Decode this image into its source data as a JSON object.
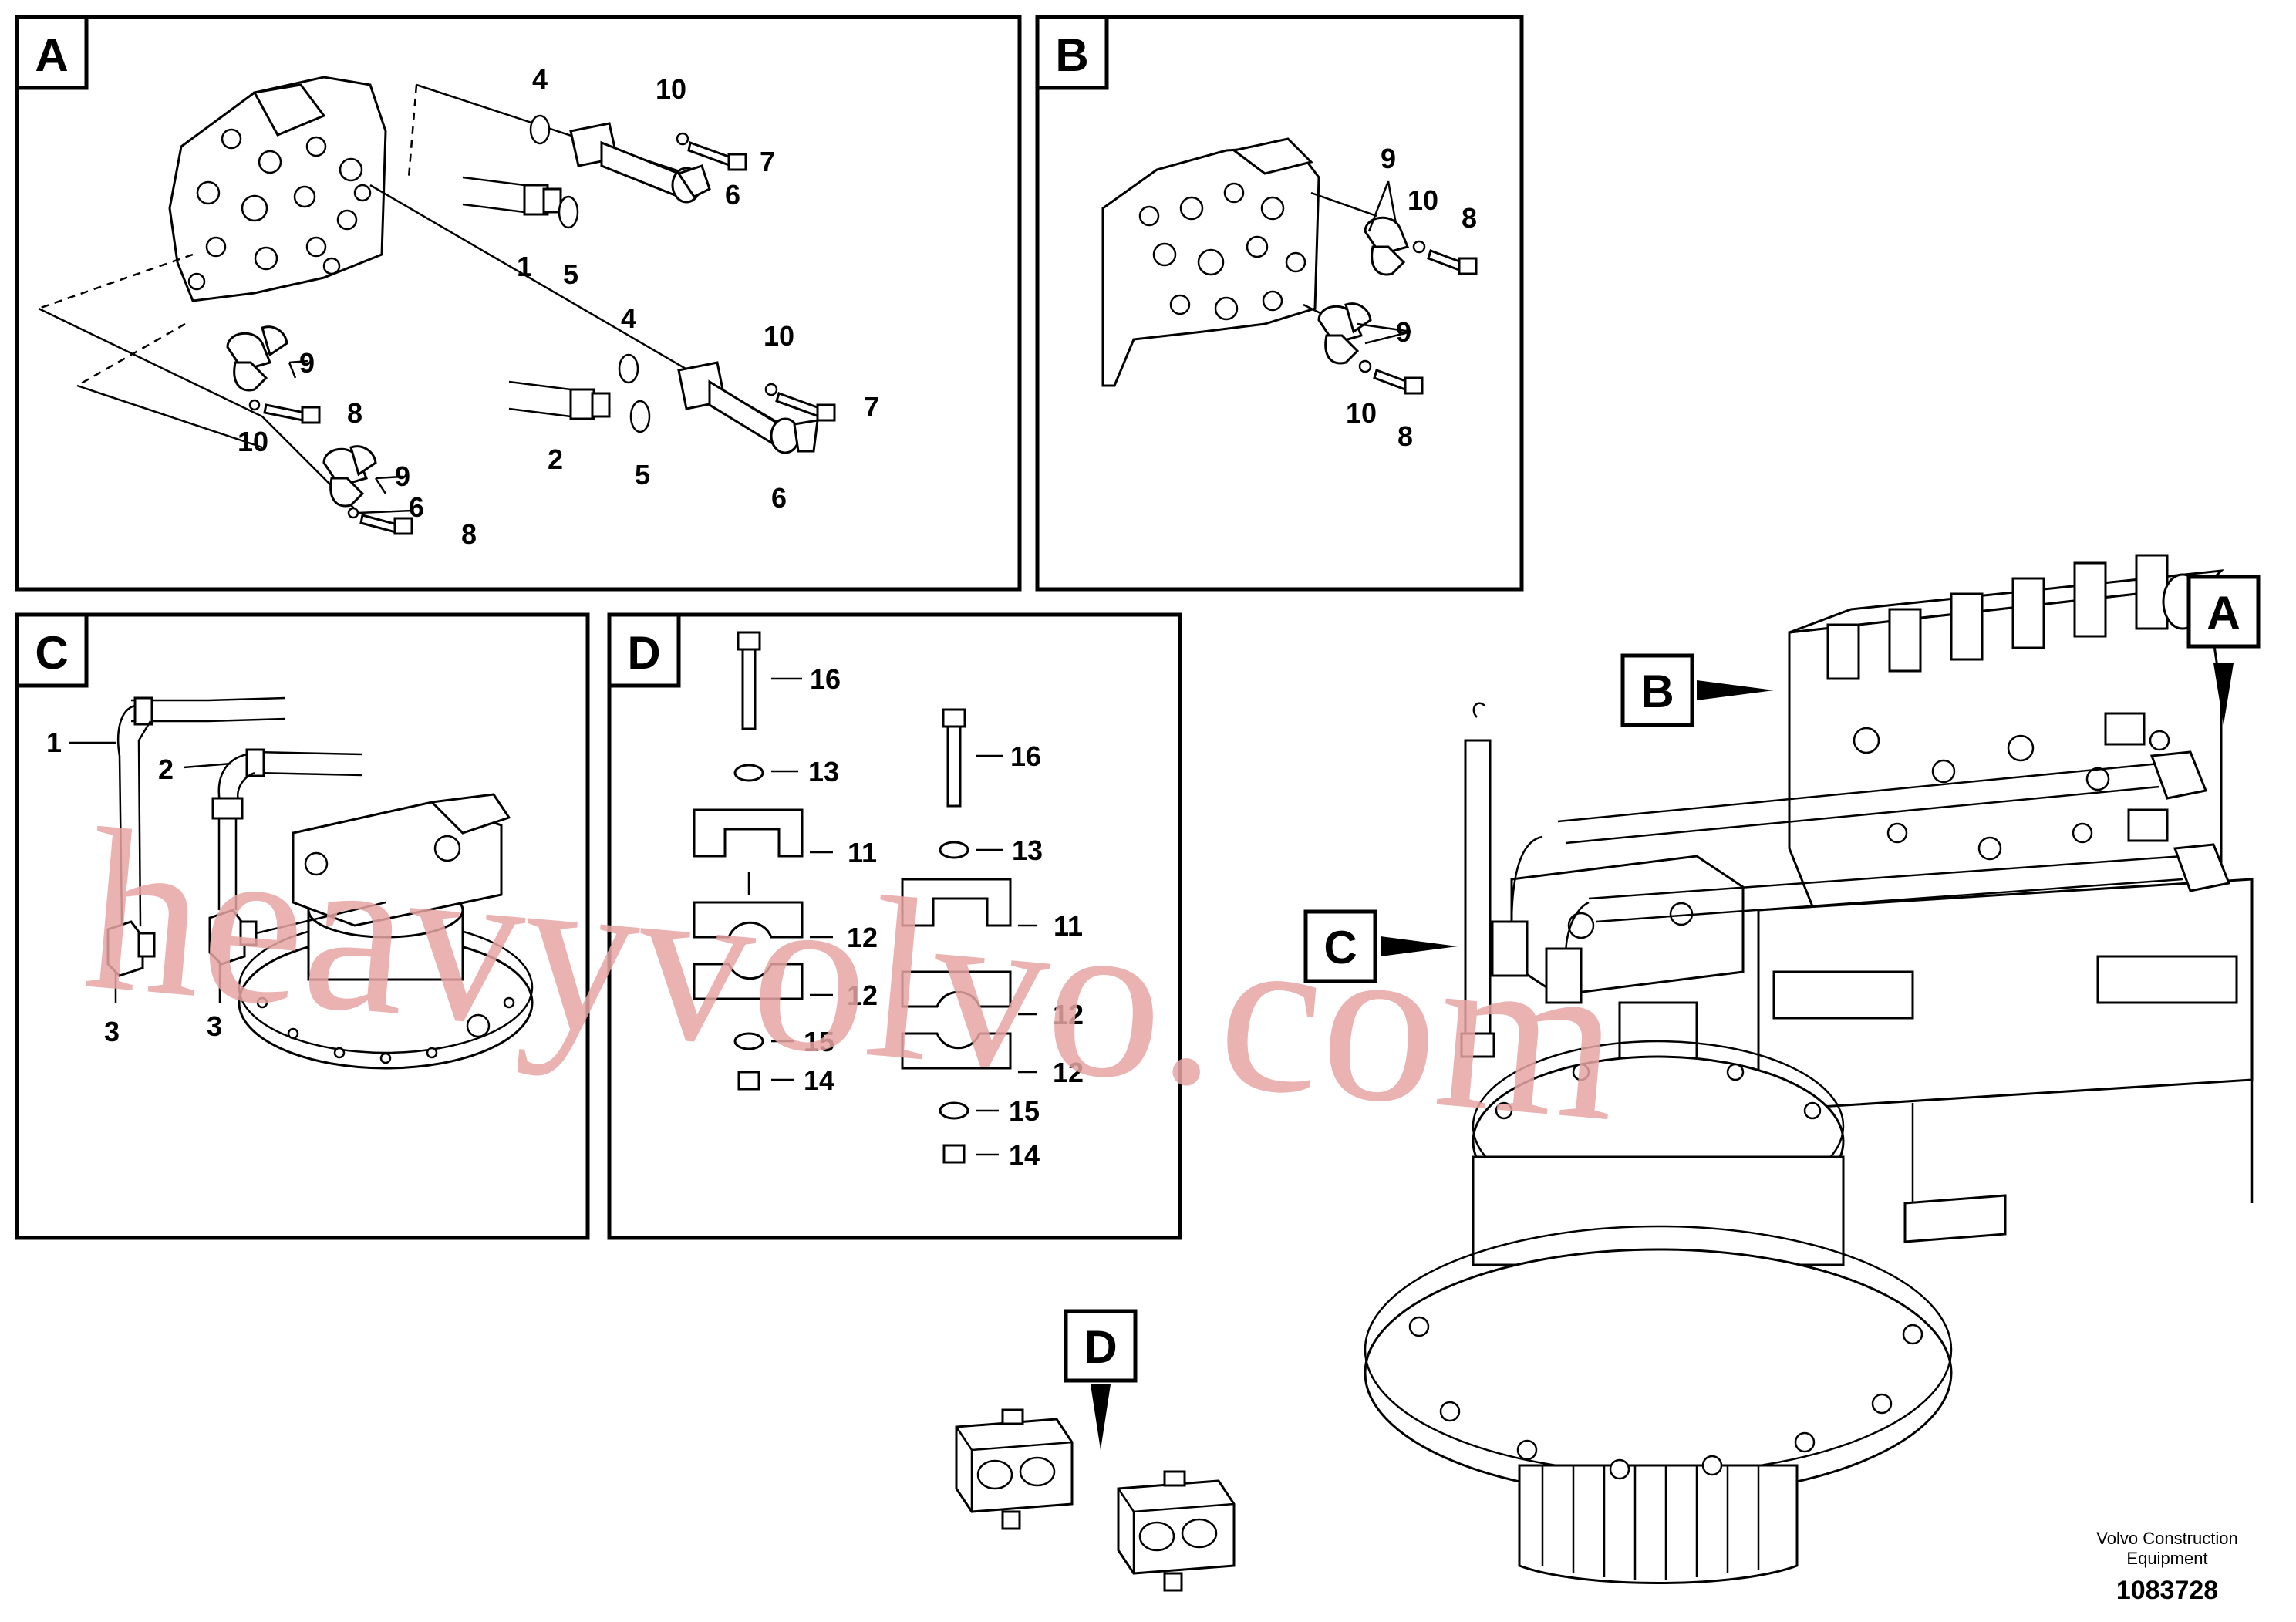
{
  "panels": {
    "A": {
      "tag": "A",
      "labels": [
        "4",
        "10",
        "7",
        "6",
        "1",
        "5",
        "4",
        "10",
        "7",
        "2",
        "5",
        "6",
        "9",
        "8",
        "10",
        "9",
        "6",
        "8"
      ]
    },
    "B": {
      "tag": "B",
      "labels": [
        "9",
        "10",
        "8",
        "9",
        "10",
        "8"
      ]
    },
    "C": {
      "tag": "C",
      "labels": [
        "1",
        "2",
        "3",
        "3"
      ]
    },
    "D": {
      "tag": "D",
      "labels": [
        "16",
        "13",
        "11",
        "12",
        "12",
        "15",
        "14",
        "16",
        "13",
        "11",
        "12",
        "12",
        "15",
        "14"
      ]
    }
  },
  "main_view": {
    "callouts": {
      "A": "A",
      "B": "B",
      "C": "C",
      "D": "D"
    }
  },
  "watermark": "heavyvolvo.com",
  "credit": {
    "line1": "Volvo Construction",
    "line2": "Equipment"
  },
  "document_number": "1083728"
}
